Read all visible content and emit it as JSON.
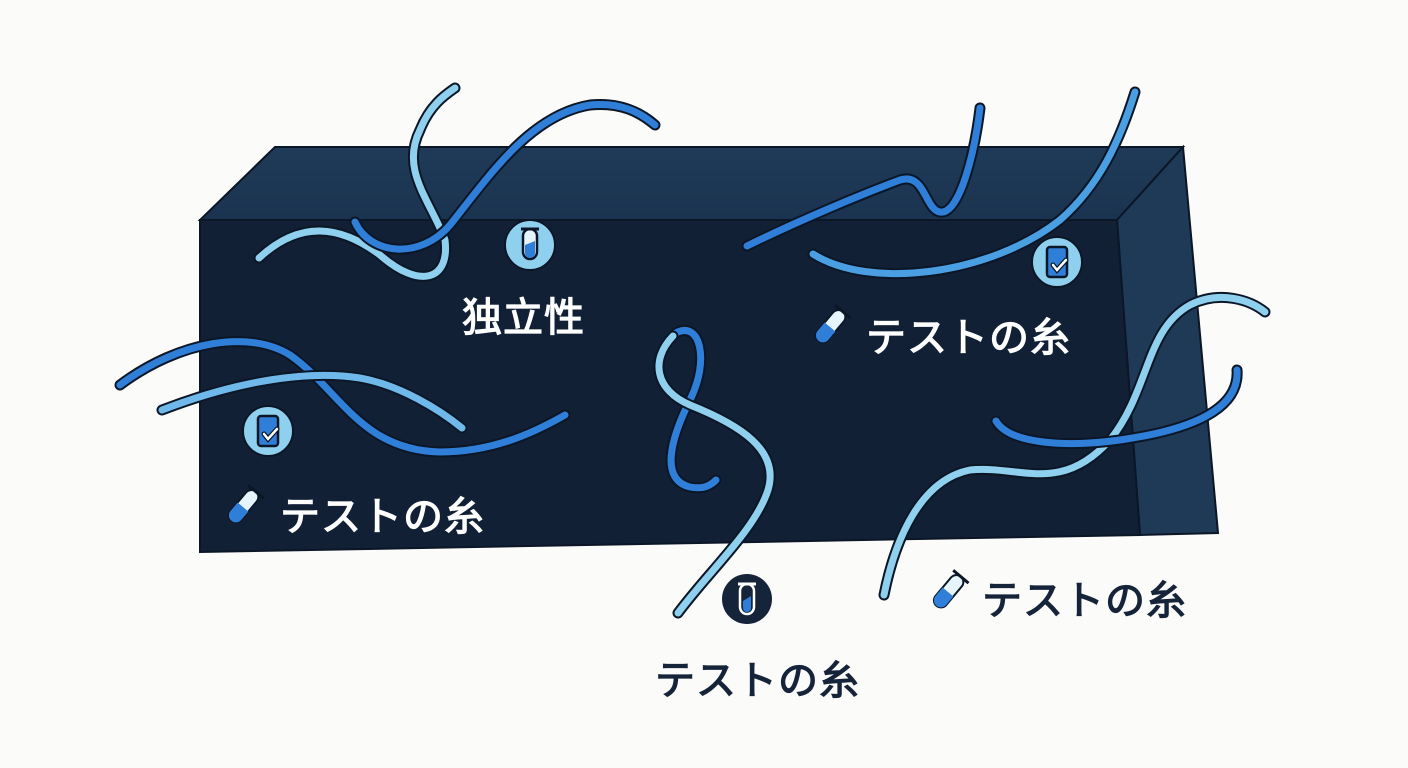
{
  "colors": {
    "background": "#fbfbf9",
    "block_top": "#1d3752",
    "block_front": "#122036",
    "block_side": "#1f3a57",
    "strand_dark": "#2f7fd8",
    "strand_light": "#8fd0ee",
    "strand_outline": "#0b1626",
    "text_on_dark": "#ffffff",
    "text_on_light": "#16243a",
    "icon_circle": "#8fd0ee"
  },
  "block": {
    "name": "independence-block"
  },
  "labels": [
    {
      "id": "center-top",
      "text": "独立性",
      "icon": "test-tube-icon",
      "theme": "light"
    },
    {
      "id": "right-top",
      "text": "テストの糸",
      "icon": "test-tube-tilted-icon",
      "badge": "checklist-phone-icon",
      "theme": "light"
    },
    {
      "id": "left",
      "text": "テストの糸",
      "icon": "test-tube-tilted-icon",
      "badge": "checklist-phone-icon",
      "theme": "light"
    },
    {
      "id": "bottom-center",
      "text": "テストの糸",
      "icon": "test-tube-dark-icon",
      "theme": "dark"
    },
    {
      "id": "bottom-right",
      "text": "テストの糸",
      "icon": "test-tube-tilted-icon",
      "theme": "dark"
    }
  ]
}
